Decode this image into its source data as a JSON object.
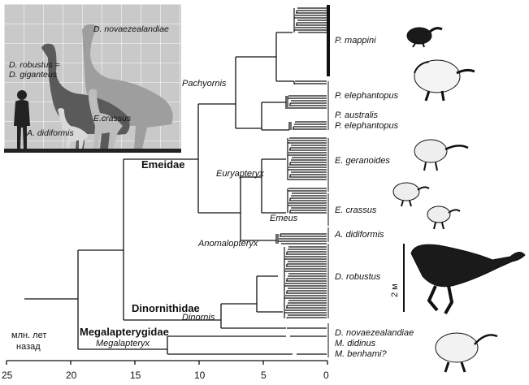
{
  "species": {
    "p_mappini": "P. mappini",
    "p_elephantopus_a": "P. elephantopus",
    "p_australis": "P. australis",
    "p_elephantopus_b": "P. elephantopus",
    "e_geranoides": "E. geranoides",
    "e_crassus": "E. crassus",
    "a_didiformis": "A. didiformis",
    "d_robustus": "D. robustus",
    "d_novaezealandiae": "D. novaezealandiae",
    "m_didinus": "M. didinus",
    "m_benhami": "M. benhami?"
  },
  "genera": {
    "pachyornis": "Pachyornis",
    "euryapteryx": "Euryapteryx",
    "emeus": "Emeus",
    "anomalopteryx": "Anomalopteryx",
    "dinornis": "Dinornis",
    "megalapteryx": "Megalapteryx"
  },
  "clades": {
    "emeidae": "Emeidae",
    "dinornithidae": "Dinornithidae",
    "megalapterygidae": "Megalapterygidae"
  },
  "axis": {
    "label_line1": "млн. лет",
    "label_line2": "назад",
    "ticks": [
      "25",
      "20",
      "15",
      "10",
      "5",
      "0"
    ]
  },
  "scale_bar": "2 м",
  "inset": {
    "d_novaezealandiae": "D. novaezealandiae",
    "d_robustus_line1": "D. robustus =",
    "d_robustus_line2": "D. giganteus",
    "e_crassus": "E.crassus",
    "a_didiformis": "A. didiformis"
  }
}
